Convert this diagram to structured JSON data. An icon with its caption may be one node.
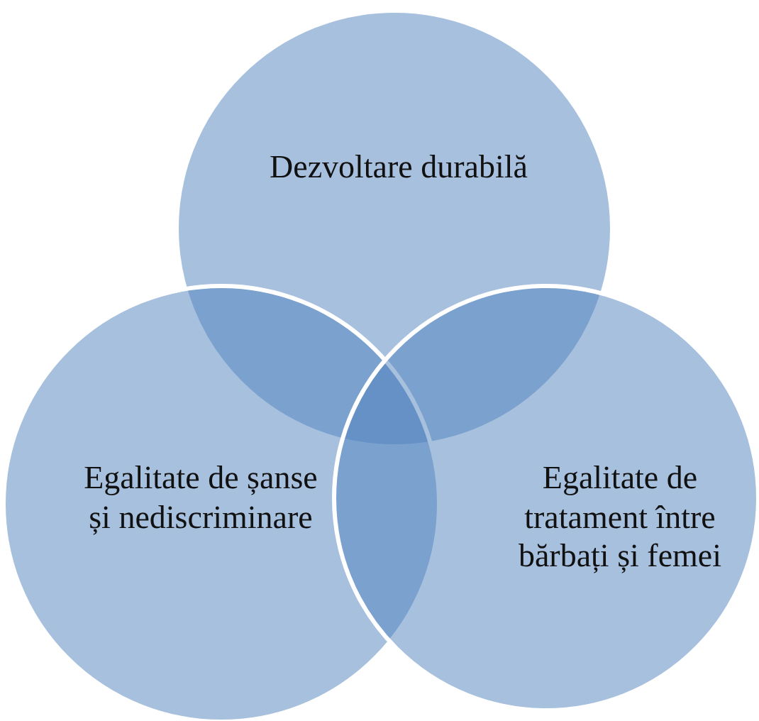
{
  "diagram": {
    "nodes": [
      {
        "text": [
          "Dezvoltare durabilă"
        ]
      },
      {
        "text": [
          "Egalitate de șanse și nediscriminare"
        ]
      },
      {
        "text": [
          "Egalitate de tratament între bărbați și femei"
        ]
      }
    ]
  }
}
